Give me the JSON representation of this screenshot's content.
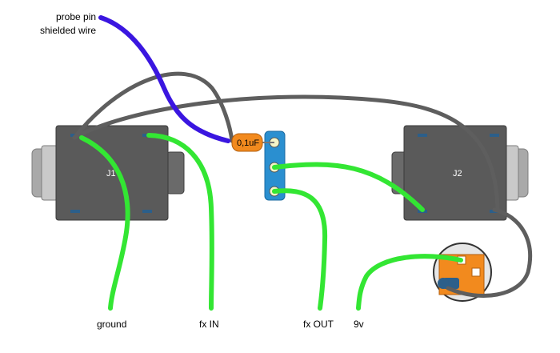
{
  "labels": {
    "probe_line1": "probe pin",
    "probe_line2": "shielded wire",
    "ground": "ground",
    "fx_in": "fx IN",
    "fx_out": "fx OUT",
    "nine_v": "9v"
  },
  "components": {
    "jack1": "J1",
    "jack2": "J2",
    "capacitor": "0,1uF"
  },
  "colors": {
    "jack_body": "#5a5a5a",
    "jack_side": "#bdbdbd",
    "lug": "#2c5f8a",
    "green_wire": "#33e633",
    "blue_wire": "#3a16e0",
    "gray_wire": "#5e5e5e",
    "terminal_strip": "#2a8fd0",
    "capacitor": "#f28a1e",
    "dc_board": "#f28a1e"
  }
}
